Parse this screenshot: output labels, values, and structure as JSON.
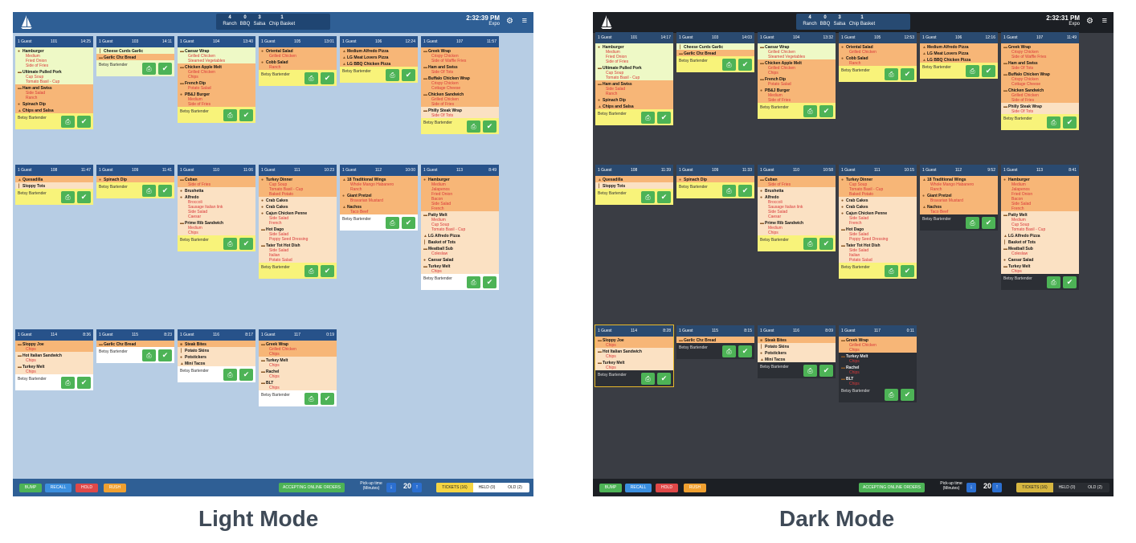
{
  "captions": {
    "light": "Light Mode",
    "dark": "Dark Mode"
  },
  "summary": [
    {
      "count": "4",
      "label": "Ranch"
    },
    {
      "count": "0",
      "label": "BBQ"
    },
    {
      "count": "3",
      "label": "Salsa"
    },
    {
      "count": "1",
      "label": "Chip Basket"
    }
  ],
  "station": "Expo",
  "light_time": "2:32:39 PM",
  "dark_time": "2:32:31 PM",
  "bottom": {
    "bump": "BUMP",
    "recall": "RECALL",
    "hold": "HOLD",
    "rush": "RUSH",
    "accepting": "ACCEPTING ONLINE ORDERS",
    "pickup_line1": "Pick-up time",
    "pickup_line2": "(Minutes)",
    "pickup_value": "20",
    "tickets": "TICKETS (16)",
    "held": "HELD (0)",
    "old": "OLD (2)"
  },
  "colors": {
    "accent": "#2f5f95",
    "bump": "#4db356",
    "recall": "#3b8fe0",
    "hold": "#e04848",
    "rush": "#f0a030",
    "accepting": "#4db356",
    "new": "#f8f37a",
    "cooking": "#f7b677",
    "done": "#fbe1c3",
    "fresh": "#eef9c6"
  },
  "tickets": [
    {
      "guest": "1 Guest",
      "no": "101",
      "light_time": "14:25",
      "dark_time": "14:17",
      "server": "Betsy Bartender",
      "items": [
        {
          "icon": "burger-icon",
          "name": "Hamburger",
          "mods": [
            "Medium",
            "Fried Onion",
            "Side of Fries"
          ]
        },
        {
          "icon": "sandwich-icon",
          "name": "Ultimate Pulled Pork",
          "mods": [
            "Cup Soup",
            "Tomato Basil - Cup"
          ]
        },
        {
          "icon": "sandwich-icon",
          "name": "Ham and Swiss",
          "mods": [
            "Side Salad",
            "Ranch"
          ]
        },
        {
          "icon": "dip-icon",
          "name": "Spinach Dip",
          "mods": []
        },
        {
          "icon": "chips-icon",
          "name": "Chips and Salsa",
          "mods": []
        }
      ]
    },
    {
      "guest": "1 Guest",
      "no": "103",
      "light_time": "14:11",
      "dark_time": "14:03",
      "server": "Betsy Bartender",
      "items": [
        {
          "icon": "fries-icon",
          "name": "Cheese Curds Garlic",
          "mods": []
        },
        {
          "icon": "bread-icon",
          "name": "Garlic Chz Bread",
          "mods": []
        }
      ]
    },
    {
      "guest": "1 Guest",
      "no": "104",
      "light_time": "13:40",
      "dark_time": "13:32",
      "server": "Betsy Bartender",
      "items": [
        {
          "icon": "wrap-icon",
          "name": "Caesar Wrap",
          "mods": [
            "Grilled Chicken",
            "Steamed Vegetables"
          ]
        },
        {
          "icon": "sandwich-icon",
          "name": "Chicken Apple Melt",
          "mods": [
            "Grilled Chicken",
            "Chips"
          ]
        },
        {
          "icon": "sandwich-icon",
          "name": "French Dip",
          "mods": [
            "Potato Salad"
          ]
        },
        {
          "icon": "burger-icon",
          "name": "PB&J Burger",
          "mods": [
            "Medium",
            "Side of Fries"
          ]
        }
      ]
    },
    {
      "guest": "1 Guest",
      "no": "105",
      "light_time": "13:01",
      "dark_time": "12:53",
      "server": "Betsy Bartender",
      "items": [
        {
          "icon": "salad-icon",
          "name": "Oriental Salad",
          "mods": [
            "Grilled Chicken"
          ]
        },
        {
          "icon": "salad-icon",
          "name": "Cobb Salad",
          "mods": [
            "Ranch"
          ]
        }
      ]
    },
    {
      "guest": "1 Guest",
      "no": "106",
      "light_time": "12:24",
      "dark_time": "12:16",
      "server": "Betsy Bartender",
      "items": [
        {
          "icon": "pizza-icon",
          "name": "Medium Alfredo Pizza",
          "mods": []
        },
        {
          "icon": "pizza-icon",
          "name": "LG Meat Lovers Pizza",
          "mods": []
        },
        {
          "icon": "pizza-icon",
          "name": "LG BBQ Chicken Pizza",
          "mods": []
        }
      ]
    },
    {
      "guest": "1 Guest",
      "no": "107",
      "light_time": "11:57",
      "dark_time": "11:49",
      "server": "Betsy Bartender",
      "items": [
        {
          "icon": "wrap-icon",
          "name": "Greek Wrap",
          "mods": [
            "Crispy Chicken",
            "Side of Waffle Fries"
          ]
        },
        {
          "icon": "sandwich-icon",
          "name": "Ham and Swiss",
          "mods": [
            "Side Of Tots"
          ]
        },
        {
          "icon": "wrap-icon",
          "name": "Buffalo Chicken Wrap",
          "mods": [
            "Crispy Chicken",
            "Cottage Cheese"
          ]
        },
        {
          "icon": "sandwich-icon",
          "name": "Chicken Sandwich",
          "mods": [
            "Grilled Chicken",
            "Side of Fries"
          ]
        },
        {
          "icon": "wrap-icon",
          "name": "Philly Steak Wrap",
          "mods": [
            "Side Of Tots"
          ]
        }
      ]
    },
    {
      "guest": "1 Guest",
      "no": "108",
      "light_time": "11:47",
      "dark_time": "11:39",
      "server": "Betsy Bartender",
      "items": [
        {
          "icon": "quesadilla-icon",
          "name": "Quesadilla",
          "mods": []
        },
        {
          "icon": "fries-icon",
          "name": "Sloppy Tots",
          "mods": []
        }
      ]
    },
    {
      "guest": "1 Guest",
      "no": "109",
      "light_time": "11:41",
      "dark_time": "11:33",
      "server": "Betsy Bartender",
      "items": [
        {
          "icon": "dip-icon",
          "name": "Spinach Dip",
          "mods": []
        }
      ]
    },
    {
      "guest": "1 Guest",
      "no": "110",
      "light_time": "11:06",
      "dark_time": "10:58",
      "server": "Betsy Bartender",
      "items": [
        {
          "icon": "sandwich-icon",
          "name": "Cuban",
          "mods": [
            "Side of Fries"
          ]
        },
        {
          "icon": "pasta-icon",
          "name": "Brushetta",
          "mods": []
        },
        {
          "icon": "pasta-icon",
          "name": "Alfredo",
          "mods": [
            "Broccoli",
            "Sausage Italian link",
            "Side Salad",
            "Caesar"
          ]
        },
        {
          "icon": "sandwich-icon",
          "name": "Prime Rib Sandwich",
          "mods": [
            "Medium",
            "Chips"
          ]
        }
      ]
    },
    {
      "guest": "1 Guest",
      "no": "111",
      "light_time": "10:23",
      "dark_time": "10:15",
      "server": "Betsy Bartender",
      "items": [
        {
          "icon": "dinner-icon",
          "name": "Turkey Dinner",
          "mods": [
            "Cup Soup",
            "Tomato Basil - Cup",
            "Baked Potato"
          ]
        },
        {
          "icon": "crab-icon",
          "name": "Crab Cakes",
          "mods": []
        },
        {
          "icon": "crab-icon",
          "name": "Crab Cakes",
          "mods": []
        },
        {
          "icon": "pasta-icon",
          "name": "Cajun Chicken Penne",
          "mods": [
            "Side Salad",
            "French"
          ]
        },
        {
          "icon": "sandwich-icon",
          "name": "Hot Dago",
          "mods": [
            "Side Salad",
            "Poppy Seed Dressing"
          ]
        },
        {
          "icon": "sandwich-icon",
          "name": "Tater Tot Hot Dish",
          "mods": [
            "Side Salad",
            "Italian",
            "Potato Salad"
          ]
        }
      ]
    },
    {
      "guest": "1 Guest",
      "no": "112",
      "light_time": "10:00",
      "dark_time": "9:52",
      "server": "Betsy Bartender",
      "items": [
        {
          "icon": "wings-icon",
          "name": "18 Traditional Wings",
          "mods": [
            "Whole Mango Habanero",
            "Ranch"
          ]
        },
        {
          "icon": "pretzel-icon",
          "name": "Giant Pretzel",
          "mods": [
            "Bravarian Mustard"
          ]
        },
        {
          "icon": "nachos-icon",
          "name": "Nachos",
          "mods": [
            "Taco Beef"
          ]
        }
      ]
    },
    {
      "guest": "1 Guest",
      "no": "113",
      "light_time": "8:49",
      "dark_time": "8:41",
      "server": "Betsy Bartender",
      "items": [
        {
          "icon": "burger-icon",
          "name": "Hamburger",
          "mods": [
            "Medium",
            "Jalapenos",
            "Fried Onion",
            "Bacon",
            "Side Salad",
            "French"
          ]
        },
        {
          "icon": "sandwich-icon",
          "name": "Patty Melt",
          "mods": [
            "Medium",
            "Cup Soup",
            "Tomato Basil - Cup"
          ]
        },
        {
          "icon": "pizza-icon",
          "name": "LG Alfredo Pizza",
          "mods": []
        },
        {
          "icon": "fries-icon",
          "name": "Basket of Tots",
          "mods": []
        },
        {
          "icon": "sandwich-icon",
          "name": "Meatball Sub",
          "mods": [
            "Coleslaw"
          ]
        },
        {
          "icon": "salad-icon",
          "name": "Caesar Salad",
          "mods": []
        },
        {
          "icon": "sandwich-icon",
          "name": "Turkey Melt",
          "mods": [
            "Chips"
          ]
        }
      ]
    },
    {
      "guest": "1 Guest",
      "no": "114",
      "light_time": "8:36",
      "dark_time": "8:28",
      "server": "Betsy Bartender",
      "items": [
        {
          "icon": "sandwich-icon",
          "name": "Sloppy Joe",
          "mods": [
            "Chips"
          ]
        },
        {
          "icon": "sandwich-icon",
          "name": "Hot Italian Sandwich",
          "mods": [
            "Chips"
          ]
        },
        {
          "icon": "sandwich-icon",
          "name": "Turkey Melt",
          "mods": [
            "Chips"
          ]
        }
      ]
    },
    {
      "guest": "1 Guest",
      "no": "115",
      "light_time": "8:23",
      "dark_time": "8:15",
      "server": "Betsy Bartender",
      "items": [
        {
          "icon": "bread-icon",
          "name": "Garlic Chz Bread",
          "mods": []
        }
      ]
    },
    {
      "guest": "1 Guest",
      "no": "116",
      "light_time": "8:17",
      "dark_time": "8:09",
      "server": "Betsy Bartender",
      "items": [
        {
          "icon": "steak-icon",
          "name": "Steak Bites",
          "mods": []
        },
        {
          "icon": "fries-icon",
          "name": "Potato Skins",
          "mods": []
        },
        {
          "icon": "dumpling-icon",
          "name": "Potstickers",
          "mods": []
        },
        {
          "icon": "taco-icon",
          "name": "Mini Tacos",
          "mods": []
        }
      ]
    },
    {
      "guest": "1 Guest",
      "no": "117",
      "light_time": "0:19",
      "dark_time": "0:11",
      "server": "Betsy Bartender",
      "items": [
        {
          "icon": "wrap-icon",
          "name": "Greek Wrap",
          "mods": [
            "Grilled Chicken",
            "Chips"
          ]
        },
        {
          "icon": "sandwich-icon",
          "name": "Turkey Melt",
          "mods": [
            "Chips"
          ]
        },
        {
          "icon": "sandwich-icon",
          "name": "Rachel",
          "mods": [
            "Chips"
          ]
        },
        {
          "icon": "sandwich-icon",
          "name": "BLT",
          "mods": [
            "Chips"
          ]
        }
      ]
    }
  ]
}
